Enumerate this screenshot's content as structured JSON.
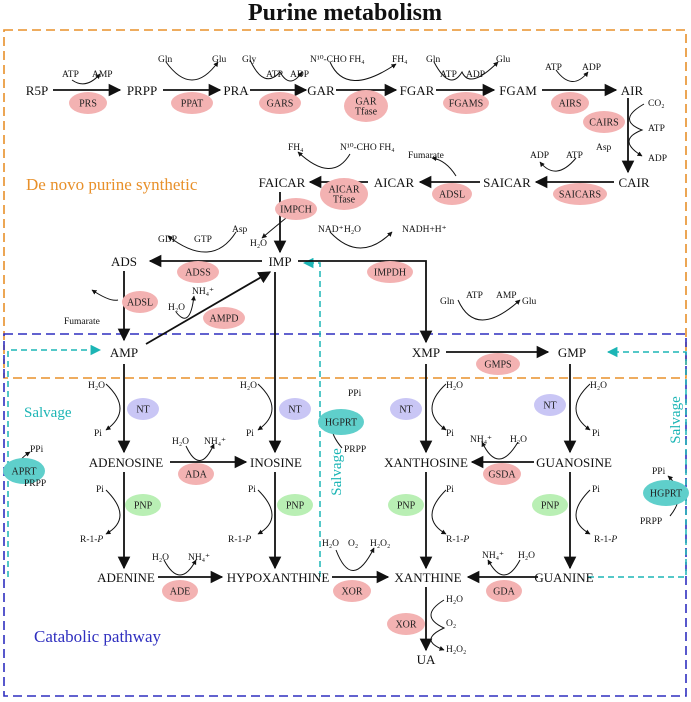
{
  "title": "Purine metabolism",
  "regions": {
    "de_novo": "De novo purine synthetic",
    "salvage": "Salvage",
    "catabolic": "Catabolic pathway"
  },
  "colors": {
    "orange": "#e8902a",
    "blue": "#2f2fbf",
    "cyan": "#1cb5b5",
    "enzyme_red": "#f3b2b2",
    "enzyme_purple": "#c9c6f5",
    "enzyme_green": "#b9efb4",
    "enzyme_teal": "#5fcfcb"
  },
  "metabolites": {
    "r5p": "R5P",
    "prpp": "PRPP",
    "pra": "PRA",
    "gar": "GAR",
    "fgar": "FGAR",
    "fgam": "FGAM",
    "air": "AIR",
    "cair": "CAIR",
    "saicar": "SAICAR",
    "aicar": "AICAR",
    "faicar": "FAICAR",
    "imp": "IMP",
    "ads": "ADS",
    "amp": "AMP",
    "xmp": "XMP",
    "gmp": "GMP",
    "adenosine": "ADENOSINE",
    "inosine": "INOSINE",
    "xanthosine": "XANTHOSINE",
    "guanosine": "GUANOSINE",
    "adenine": "ADENINE",
    "hypoxanthine": "HYPOXANTHINE",
    "xanthine": "XANTHINE",
    "guanine": "GUANINE",
    "ua": "UA"
  },
  "enzymes": {
    "prs": "PRS",
    "ppat": "PPAT",
    "gars": "GARS",
    "gar_tfase_1": "GAR",
    "gar_tfase_2": "Tfase",
    "fgams": "FGAMS",
    "airs": "AIRS",
    "cairs": "CAIRS",
    "saicars": "SAICARS",
    "adsl_1": "ADSL",
    "aicar_tfase_1": "AICAR",
    "aicar_tfase_2": "Tfase",
    "impch": "IMPCH",
    "adss": "ADSS",
    "impdh": "IMPDH",
    "adsl_2": "ADSL",
    "ampd": "AMPD",
    "gmps": "GMPS",
    "nt_1": "NT",
    "nt_2": "NT",
    "nt_3": "NT",
    "nt_4": "NT",
    "hgprt_1": "HGPRT",
    "hgprt_2": "HGPRT",
    "aprt": "APRT",
    "ada": "ADA",
    "gsda": "GSDA",
    "pnp_1": "PNP",
    "pnp_2": "PNP",
    "pnp_3": "PNP",
    "pnp_4": "PNP",
    "ade": "ADE",
    "xor_1": "XOR",
    "xor_2": "XOR",
    "gda": "GDA"
  },
  "cofactors": {
    "prs_atp": "ATP",
    "prs_amp": "AMP",
    "ppat_gln": "Gln",
    "ppat_glu": "Glu",
    "gars_gly": "Gly",
    "gars_atp": "ATP",
    "gars_adp": "ADP",
    "gartf_n10": "N¹⁰-CHO FH₄",
    "gartf_fh4": "FH₄",
    "fgams_gln": "Gln",
    "fgams_atp": "ATP",
    "fgams_adp": "ADP",
    "fgams_glu": "Glu",
    "airs_atp": "ATP",
    "airs_adp": "ADP",
    "cairs_co2": "CO₂",
    "cairs_atp": "ATP",
    "cairs_adp": "ADP",
    "saicars_adp": "ADP",
    "saicars_atp": "ATP",
    "saicars_asp": "Asp",
    "adsl1_fumarate": "Fumarate",
    "aicartf_fh4": "FH₄",
    "aicartf_n10": "N¹⁰-CHO FH₄",
    "impch_h2o": "H₂O",
    "adss_gdp": "GDP",
    "adss_gtp": "GTP",
    "adss_asp": "Asp",
    "impdh_nad": "NAD⁺",
    "impdh_h2o": "H₂O",
    "impdh_nadh": "NADH+H⁺",
    "adsl2_fumarate": "Fumarate",
    "ampd_h2o": "H₂O",
    "ampd_nh4": "NH₄⁺",
    "gmps_gln": "Gln",
    "gmps_atp": "ATP",
    "gmps_amp": "AMP",
    "gmps_glu": "Glu",
    "nt1_h2o": "H₂O",
    "nt1_pi": "Pi",
    "nt2_h2o": "H₂O",
    "nt2_pi": "Pi",
    "nt3_h2o": "H₂O",
    "nt3_pi": "Pi",
    "nt4_h2o": "H₂O",
    "nt4_pi": "Pi",
    "hgprt1_ppi": "PPi",
    "hgprt1_prpp": "PRPP",
    "aprt_ppi": "PPi",
    "aprt_prpp": "PRPP",
    "ada_h2o": "H₂O",
    "ada_nh4": "NH₄⁺",
    "gsda_nh4": "NH₄⁺",
    "gsda_h2o": "H₂O",
    "pnp1_pi": "Pi",
    "pnp1_r1p_a": "R-1-",
    "pnp1_r1p_b": "P",
    "pnp2_pi": "Pi",
    "pnp2_r1p_a": "R-1-",
    "pnp2_r1p_b": "P",
    "pnp3_pi": "Pi",
    "pnp3_r1p_a": "R-1-",
    "pnp3_r1p_b": "P",
    "pnp4_pi": "Pi",
    "pnp4_r1p_a": "R-1-",
    "pnp4_r1p_b": "P",
    "hgprt2_ppi": "PPi",
    "hgprt2_prpp": "PRPP",
    "ade_h2o": "H₂O",
    "ade_nh4": "NH₄⁺",
    "xor1_h2o": "H₂O",
    "xor1_o2": "O₂",
    "xor1_h2o2": "H₂O₂",
    "gda_nh4": "NH₄⁺",
    "gda_h2o": "H₂O",
    "xor2_h2o": "H₂O",
    "xor2_o2": "O₂",
    "xor2_h2o2": "H₂O₂"
  }
}
